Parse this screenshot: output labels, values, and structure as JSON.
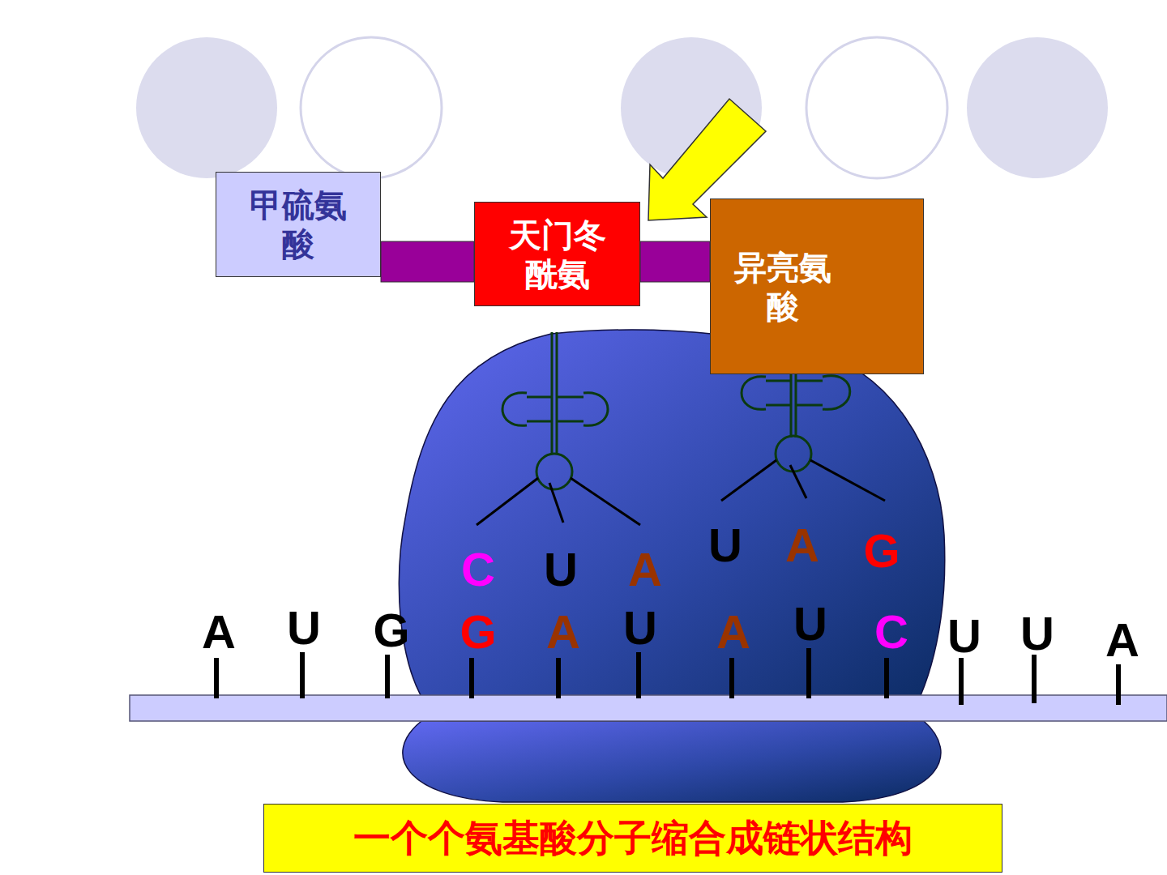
{
  "diagram": {
    "caption": "一个个氨基酸分子缩合成链状结构",
    "nodes": [
      {
        "text": [
          "甲硫氨酸"
        ]
      },
      {
        "text": [
          "天门冬酰氨"
        ]
      },
      {
        "text": [
          "异亮氨酸"
        ]
      }
    ],
    "edges": [
      {
        "from": 0,
        "to": 1,
        "arrow": "none"
      },
      {
        "from": 1,
        "to": 2,
        "arrow": "none"
      }
    ],
    "labels": [
      "A",
      "U",
      "G",
      "G",
      "A",
      "U",
      "A",
      "U",
      "C",
      "U",
      "U",
      "A",
      "C",
      "U",
      "A",
      "U",
      "A",
      "G"
    ]
  }
}
